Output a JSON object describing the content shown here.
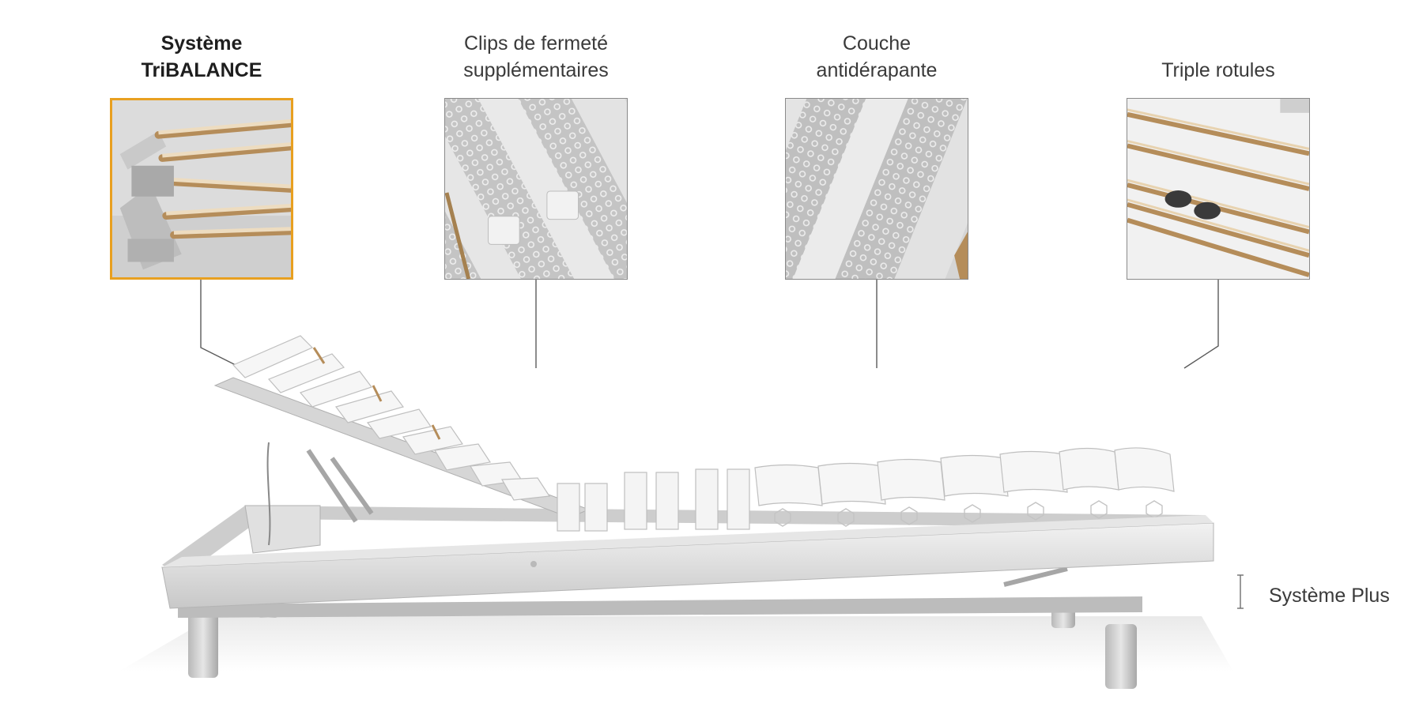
{
  "features": [
    {
      "lines": [
        "Système",
        "TriBALANCE"
      ],
      "active": true,
      "icon": "tribalance-thumbnail"
    },
    {
      "lines": [
        "Clips de fermeté",
        "supplémentaires"
      ],
      "active": false,
      "icon": "firmness-clips-thumbnail"
    },
    {
      "lines": [
        "Couche",
        "antidérapante"
      ],
      "active": false,
      "icon": "anti-slip-layer-thumbnail"
    },
    {
      "lines": [
        "Triple rotules"
      ],
      "active": false,
      "icon": "triple-joints-thumbnail"
    }
  ],
  "side_feature": {
    "label": "Système Plus"
  },
  "colors": {
    "active_border": "#e8a020",
    "connector": "#5a5a5a",
    "frame": "#d9d9d9",
    "slat": "#f4f4f4"
  }
}
